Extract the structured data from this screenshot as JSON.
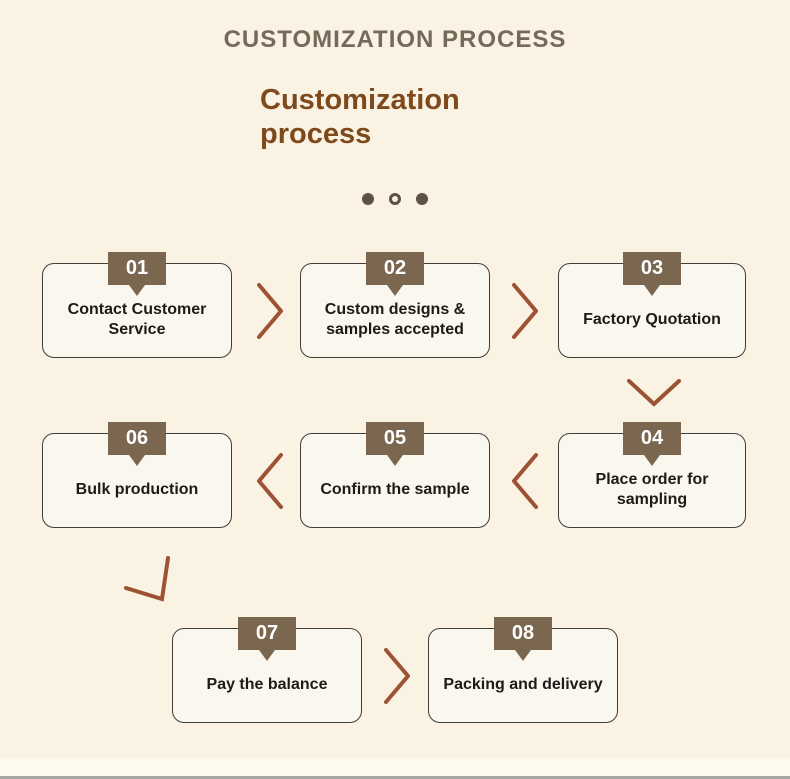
{
  "theme": {
    "bg": "#faf2e3",
    "box_fill": "#faf7ee",
    "box_border": "#3f3e3c",
    "badge": "#7b6750",
    "accent": "#9d5333",
    "kicker_color": "#77695a",
    "title_color": "#7e4a1c",
    "dot_color": "#5e5243"
  },
  "header": {
    "kicker": "CUSTOMIZATION PROCESS",
    "title": "Customization process"
  },
  "carousel": {
    "dots": [
      "filled",
      "hollow",
      "filled"
    ]
  },
  "flow": {
    "steps": [
      {
        "number": "01",
        "label": "Contact Customer Service"
      },
      {
        "number": "02",
        "label": "Custom designs & samples accepted"
      },
      {
        "number": "03",
        "label": "Factory Quotation"
      },
      {
        "number": "04",
        "label": "Place order for sampling"
      },
      {
        "number": "05",
        "label": "Confirm the sample"
      },
      {
        "number": "06",
        "label": "Bulk production"
      },
      {
        "number": "07",
        "label": "Pay the balance"
      },
      {
        "number": "08",
        "label": "Packing and delivery"
      }
    ],
    "connectors": [
      "right",
      "right",
      "down",
      "left",
      "left",
      "check-down",
      "right"
    ]
  }
}
